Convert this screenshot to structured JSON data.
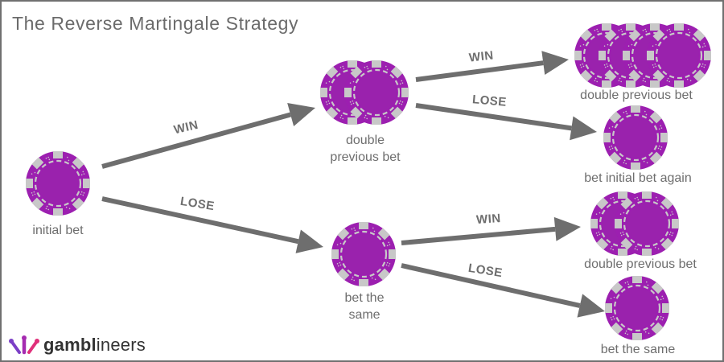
{
  "title": "The Reverse Martingale Strategy",
  "colors": {
    "chip": "#9c1fb0",
    "chip_stripe": "#c8c8c8",
    "arrow": "#6e6e6e",
    "text": "#6e6e6e"
  },
  "nodes": [
    {
      "id": "initial",
      "label_lines": [
        "initial bet"
      ],
      "chips": 1
    },
    {
      "id": "win1",
      "label_lines": [
        "double",
        "previous bet"
      ],
      "chips": 2
    },
    {
      "id": "lose1",
      "label_lines": [
        "bet the",
        "same"
      ],
      "chips": 1
    },
    {
      "id": "win-win",
      "label_lines": [
        "double previous bet"
      ],
      "chips": 4
    },
    {
      "id": "win-lose",
      "label_lines": [
        "bet initial bet again"
      ],
      "chips": 1
    },
    {
      "id": "lose-win",
      "label_lines": [
        "double previous bet"
      ],
      "chips": 2
    },
    {
      "id": "lose-lose",
      "label_lines": [
        "bet the same"
      ],
      "chips": 1
    }
  ],
  "edges": [
    {
      "from": "initial",
      "to": "win1",
      "label": "WIN"
    },
    {
      "from": "initial",
      "to": "lose1",
      "label": "LOSE"
    },
    {
      "from": "win1",
      "to": "win-win",
      "label": "WIN"
    },
    {
      "from": "win1",
      "to": "win-lose",
      "label": "LOSE"
    },
    {
      "from": "lose1",
      "to": "lose-win",
      "label": "WIN"
    },
    {
      "from": "lose1",
      "to": "lose-lose",
      "label": "LOSE"
    }
  ],
  "logo": {
    "bold": "gambl",
    "regular": "ineers"
  }
}
